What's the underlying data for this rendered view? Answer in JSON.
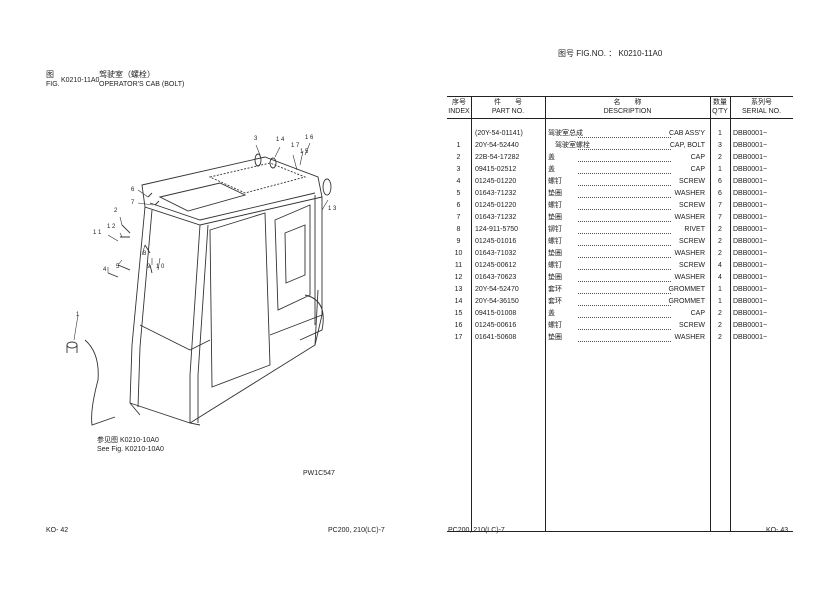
{
  "right_header": {
    "text": "图号 FIG.NO. ： K0210-11A0"
  },
  "left_header": {
    "fig_zh": "图",
    "fig_en": "FIG.",
    "fig_no": "K0210-11A0",
    "title_zh": "驾驶室（螺栓）",
    "title_en": "OPERATOR'S CAB (BOLT)"
  },
  "table": {
    "headers": {
      "index_zh": "序号",
      "index_en": "INDEX",
      "part_zh": "件　　号",
      "part_en": "PART NO.",
      "desc_zh": "名　　称",
      "desc_en": "DESCRIPTION",
      "qty_zh": "数量",
      "qty_en": "Q'TY",
      "serial_zh": "系列号",
      "serial_en": "SERIAL NO."
    },
    "rows": [
      {
        "index": "",
        "part_no": "(20Y-54-01141)",
        "desc_zh": "驾驶室总成",
        "desc_en": "CAB ASS'Y",
        "qty": "1",
        "serial": "DBB0001~"
      },
      {
        "index": "1",
        "part_no": "20Y-54-52440",
        "desc_zh": "　驾驶室螺栓",
        "desc_en": "CAP, BOLT",
        "qty": "3",
        "serial": "DBB0001~"
      },
      {
        "index": "2",
        "part_no": "22B-54-17282",
        "desc_zh": "盖",
        "desc_en": "CAP",
        "qty": "2",
        "serial": "DBB0001~"
      },
      {
        "index": "3",
        "part_no": "09415-02512",
        "desc_zh": "盖",
        "desc_en": "CAP",
        "qty": "1",
        "serial": "DBB0001~"
      },
      {
        "index": "4",
        "part_no": "01245-01220",
        "desc_zh": "螺钉",
        "desc_en": "SCREW",
        "qty": "6",
        "serial": "DBB0001~"
      },
      {
        "index": "5",
        "part_no": "01643-71232",
        "desc_zh": "垫圈",
        "desc_en": "WASHER",
        "qty": "6",
        "serial": "DBB0001~"
      },
      {
        "index": "6",
        "part_no": "01245-01220",
        "desc_zh": "螺钉",
        "desc_en": "SCREW",
        "qty": "7",
        "serial": "DBB0001~"
      },
      {
        "index": "7",
        "part_no": "01643-71232",
        "desc_zh": "垫圈",
        "desc_en": "WASHER",
        "qty": "7",
        "serial": "DBB0001~"
      },
      {
        "index": "8",
        "part_no": "124-911-5750",
        "desc_zh": "铆钉",
        "desc_en": "RIVET",
        "qty": "2",
        "serial": "DBB0001~"
      },
      {
        "index": "9",
        "part_no": "01245-01016",
        "desc_zh": "螺钉",
        "desc_en": "SCREW",
        "qty": "2",
        "serial": "DBB0001~"
      },
      {
        "index": "10",
        "part_no": "01643-71032",
        "desc_zh": "垫圈",
        "desc_en": "WASHER",
        "qty": "2",
        "serial": "DBB0001~"
      },
      {
        "index": "11",
        "part_no": "01245-00612",
        "desc_zh": "螺钉",
        "desc_en": "SCREW",
        "qty": "4",
        "serial": "DBB0001~"
      },
      {
        "index": "12",
        "part_no": "01643-70623",
        "desc_zh": "垫圈",
        "desc_en": "WASHER",
        "qty": "4",
        "serial": "DBB0001~"
      },
      {
        "index": "13",
        "part_no": "20Y-54-52470",
        "desc_zh": "套环",
        "desc_en": "GROMMET",
        "qty": "1",
        "serial": "DBB0001~"
      },
      {
        "index": "14",
        "part_no": "20Y-54-36150",
        "desc_zh": "套环",
        "desc_en": "GROMMET",
        "qty": "1",
        "serial": "DBB0001~"
      },
      {
        "index": "15",
        "part_no": "09415-01008",
        "desc_zh": "盖",
        "desc_en": "CAP",
        "qty": "2",
        "serial": "DBB0001~"
      },
      {
        "index": "16",
        "part_no": "01245-00616",
        "desc_zh": "螺钉",
        "desc_en": "SCREW",
        "qty": "2",
        "serial": "DBB0001~"
      },
      {
        "index": "17",
        "part_no": "01641-50608",
        "desc_zh": "垫圈",
        "desc_en": "WASHER",
        "qty": "2",
        "serial": "DBB0001~"
      }
    ]
  },
  "callouts": [
    "3",
    "1 4",
    "1 6",
    "1 7",
    "1 5",
    "6",
    "7",
    "2",
    "1 2",
    "1 1",
    "4",
    "5",
    "8",
    "9",
    "1 0",
    "1 3",
    "1"
  ],
  "reference": {
    "zh": "参见图 K0210-10A0",
    "en": "See Fig. K0210-10A0"
  },
  "drawing_code": "PW1C547",
  "footer": {
    "left_page": "KO- 42",
    "left_model": "PC200, 210(LC)-7",
    "right_model": "PC200, 210(LC)-7",
    "right_page": "KO- 43"
  }
}
